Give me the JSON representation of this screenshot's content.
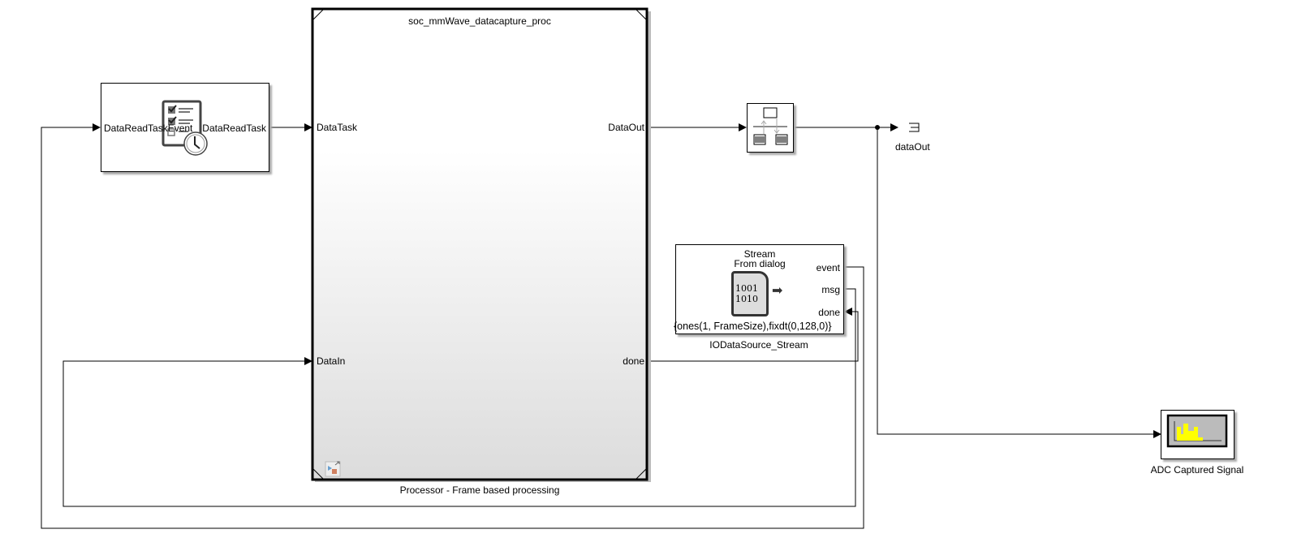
{
  "task_block": {
    "input_port": "DataReadTaskEvent",
    "output_port": "DataReadTask",
    "icon": "task-manager-icon"
  },
  "processor": {
    "title": "soc_mmWave_datacapture_proc",
    "name": "Processor - Frame based processing",
    "ports_in": [
      "DataTask",
      "DataIn"
    ],
    "ports_out": [
      "DataOut",
      "done"
    ],
    "badge_icon": "model-reference-icon"
  },
  "buffer_block": {
    "icon": "memory-buffer-icon"
  },
  "outport": {
    "name": "dataOut",
    "icon": "terminator-icon"
  },
  "stream_block": {
    "line1": "Stream",
    "line2": "From dialog",
    "bits1": "1001",
    "bits2": "1010",
    "ports_out": [
      "event",
      "msg"
    ],
    "port_in": "done",
    "param": "{ones(1, FrameSize),fixdt(0,128,0)}",
    "name": "IODataSource_Stream",
    "icon": "sd-card-icon"
  },
  "scope_block": {
    "name": "ADC Captured Signal",
    "icon": "spectrum-scope-icon",
    "accent": "#ffff00"
  }
}
